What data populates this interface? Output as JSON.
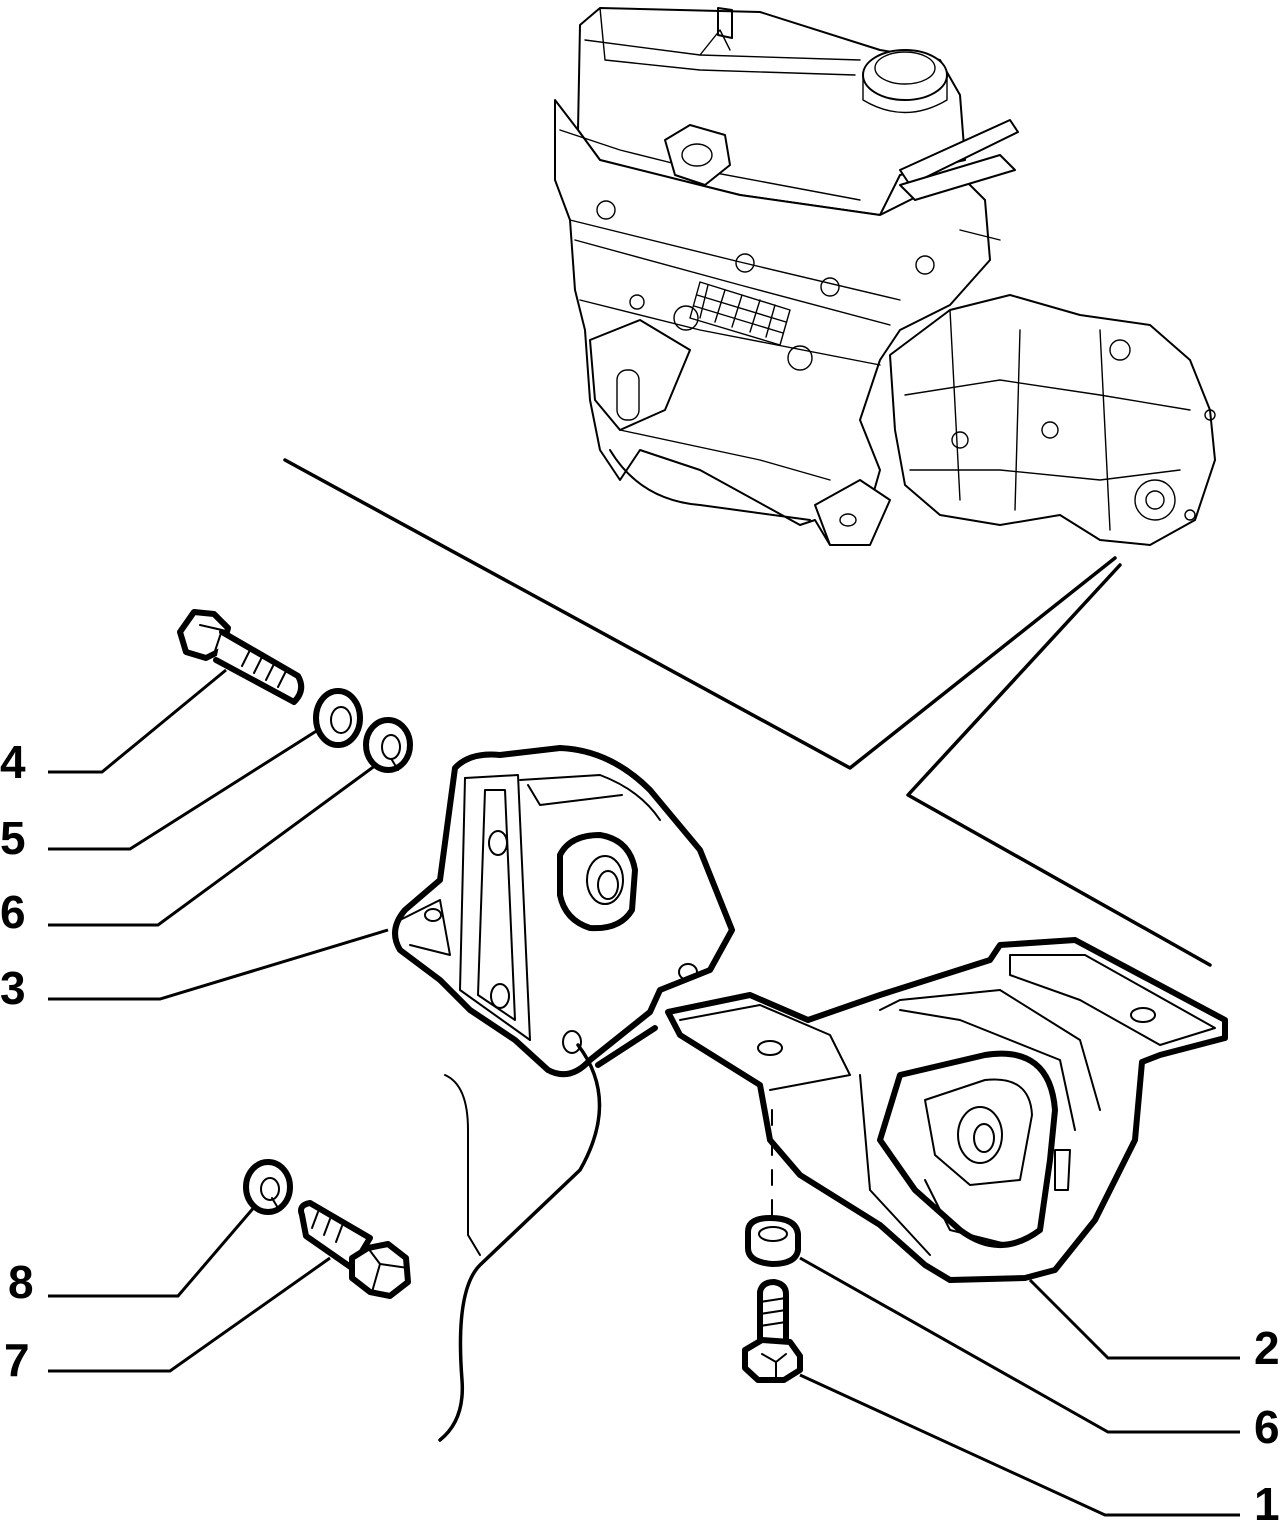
{
  "diagram": {
    "callouts": [
      {
        "id": "c4",
        "number": "4"
      },
      {
        "id": "c5",
        "number": "5"
      },
      {
        "id": "c6a",
        "number": "6"
      },
      {
        "id": "c3",
        "number": "3"
      },
      {
        "id": "c8",
        "number": "8"
      },
      {
        "id": "c7",
        "number": "7"
      },
      {
        "id": "c2",
        "number": "2"
      },
      {
        "id": "c6b",
        "number": "6"
      },
      {
        "id": "c1",
        "number": "1"
      }
    ]
  }
}
